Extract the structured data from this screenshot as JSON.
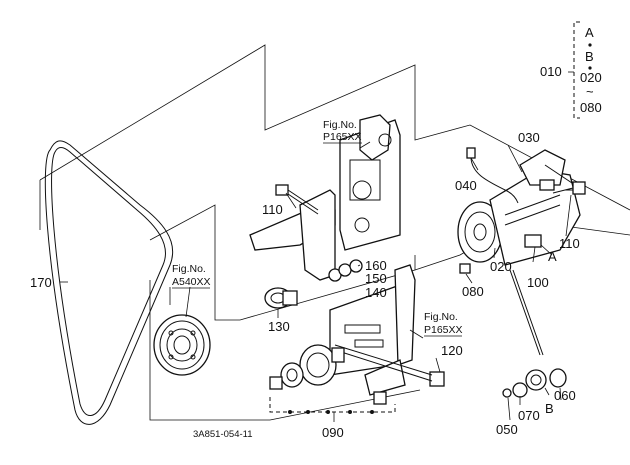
{
  "diagram": {
    "footer_code": "3A851-054-11",
    "legend": {
      "key": "010",
      "a": "A",
      "b": "B",
      "from": "020",
      "to": "080",
      "tilde": "~"
    },
    "figure_refs": [
      {
        "label": "Fig.No.",
        "code": "P165XX"
      },
      {
        "label": "Fig.No.",
        "code": "A540XX"
      },
      {
        "label": "Fig.No.",
        "code": "P165XX"
      }
    ],
    "callouts": {
      "c030": "030",
      "c040": "040",
      "c110a": "110",
      "c110b": "110",
      "c020": "020",
      "c100": "100",
      "c080": "080",
      "c160": "160",
      "c150": "150",
      "c140": "140",
      "c130": "130",
      "c170": "170",
      "c120": "120",
      "c090": "090",
      "c050": "050",
      "c070": "070",
      "c060": "060",
      "a": "A",
      "b": "B"
    }
  }
}
